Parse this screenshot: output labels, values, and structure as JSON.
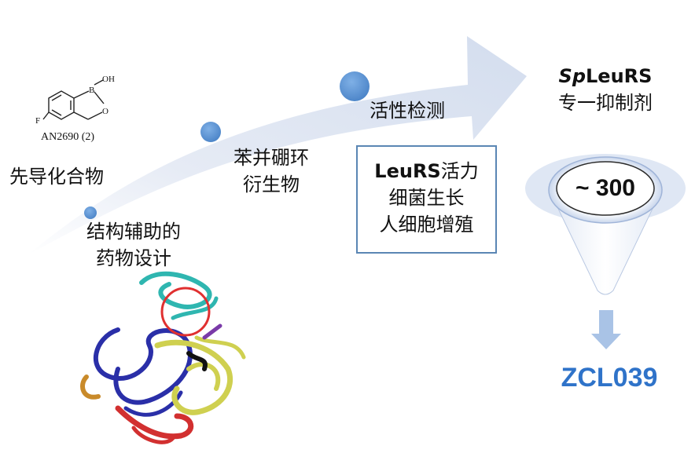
{
  "lead": {
    "compound_label": "AN2690 (2)",
    "atom_oh": "OH",
    "atom_b": "B",
    "atom_o": "O",
    "atom_f": "F",
    "stage_label": "先导化合物"
  },
  "structure_design": {
    "line1": "结构辅助的",
    "line2": "药物设计"
  },
  "derivatives": {
    "line1": "苯并硼环",
    "line2": "衍生物"
  },
  "activity_test": {
    "label": "活性检测"
  },
  "assay_box": {
    "line1_bold": "LeuRS",
    "line1_rest": "活力",
    "line2": "细菌生长",
    "line3": "人细胞增殖"
  },
  "inhibitor": {
    "italic_prefix": "Sp",
    "bold_rest": "LeuRS",
    "line2": "专一抑制剂"
  },
  "funnel": {
    "count": "~ 300"
  },
  "result": {
    "compound": "ZCL039"
  },
  "colors": {
    "arrow_fill": "#dbe3f1",
    "dot_blue": "#5b93d3",
    "box_border": "#5a86b4",
    "result_blue": "#2f73c9",
    "down_arrow": "#a9c3e6"
  }
}
